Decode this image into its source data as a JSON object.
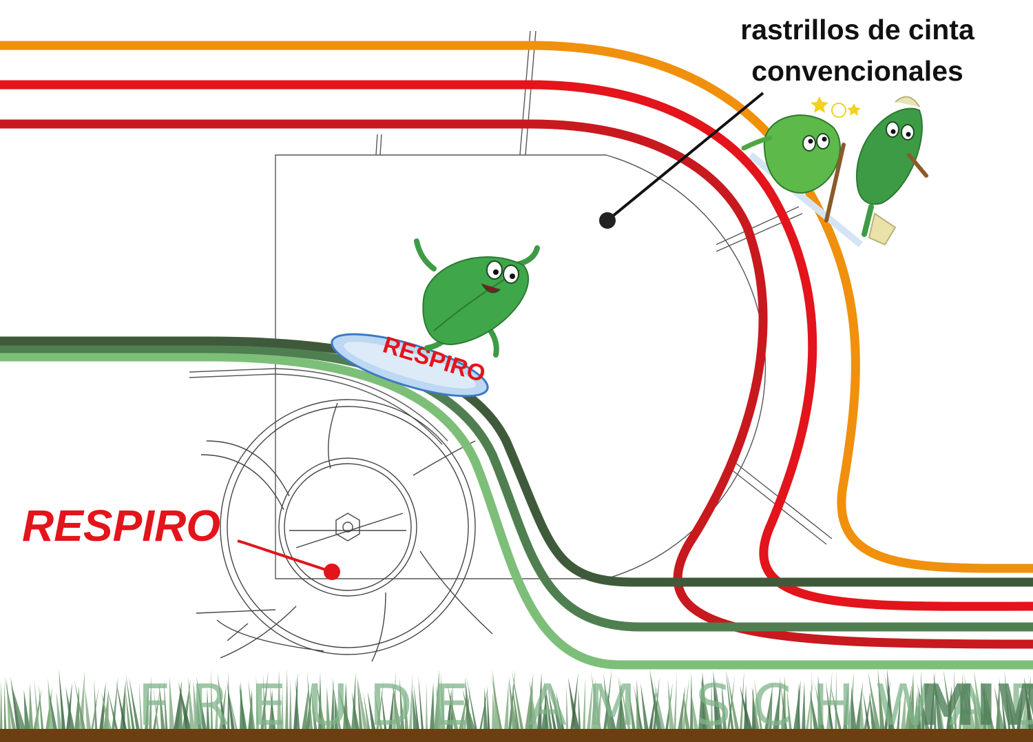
{
  "labels": {
    "conventional_line1": "rastrillos de cinta",
    "conventional_line2": "convencionales",
    "respiro": "RESPIRO",
    "board": "RESPIRO",
    "grass_slogan": "FREUDE AM SCHWADEN",
    "grass_brand": "MIWA"
  },
  "colors": {
    "orange": "#F0900C",
    "red": "#E3141B",
    "dark_red": "#C8191F",
    "dark_green": "#3F5A3A",
    "mid_green": "#4F7F50",
    "light_green": "#7DBF78",
    "respiro_red": "#E3141B",
    "soil": "#6B3F12",
    "grass": "#5E8A5E"
  },
  "icons": {
    "surfer": "leaf-surfer-character",
    "injured_leaves": "injured-leaf-characters",
    "rotor": "respiro-rotor-wheel"
  }
}
